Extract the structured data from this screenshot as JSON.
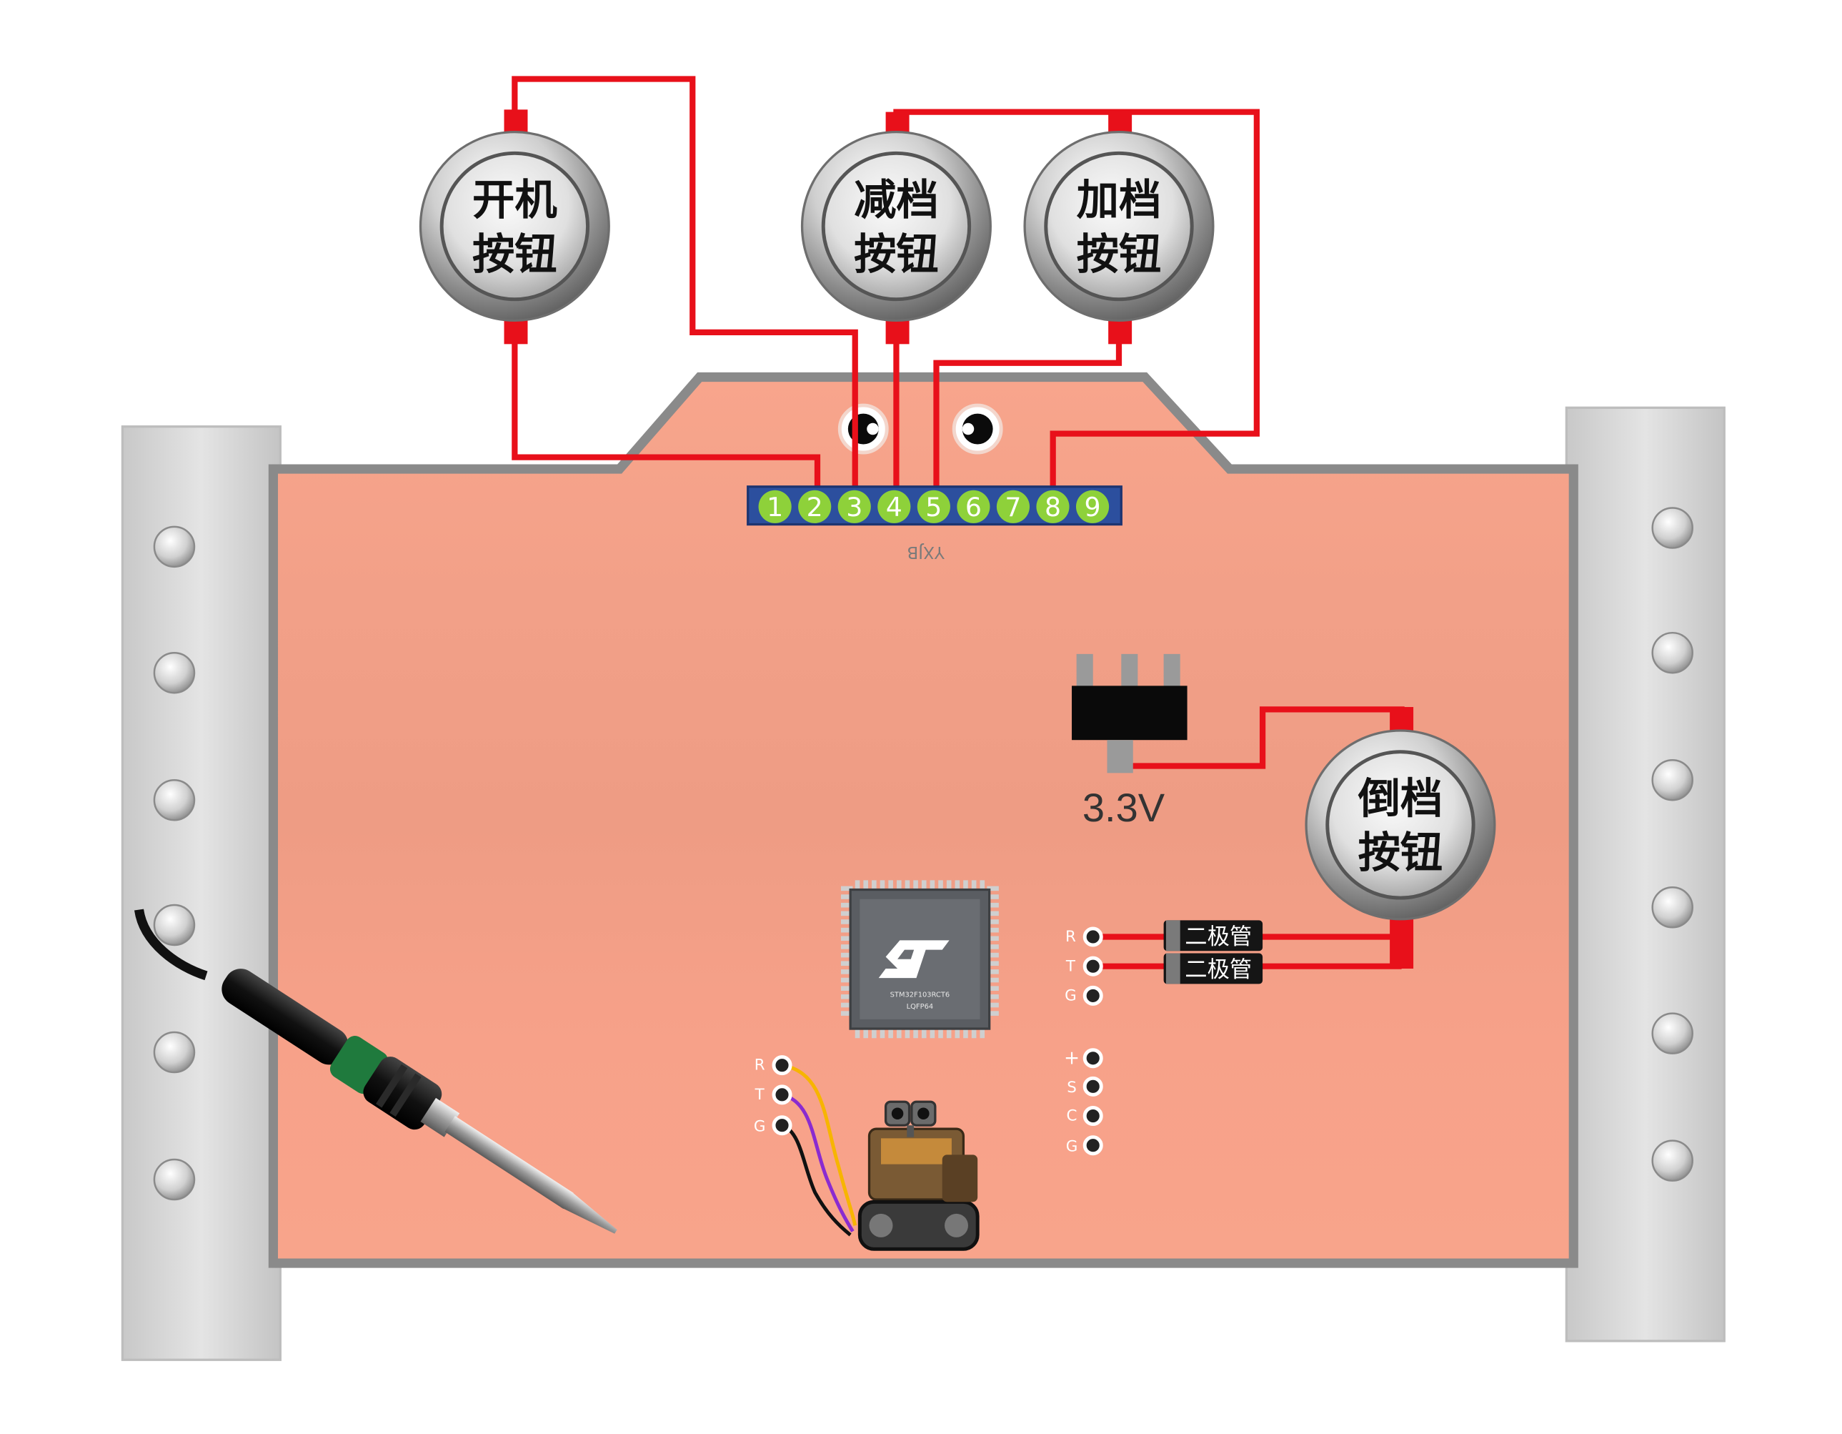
{
  "buttons": {
    "power": {
      "line1": "开机",
      "line2": "按钮"
    },
    "down": {
      "line1": "减档",
      "line2": "按钮"
    },
    "up": {
      "line1": "加档",
      "line2": "按钮"
    },
    "reverse": {
      "line1": "倒档",
      "line2": "按钮"
    }
  },
  "connector": {
    "pins": [
      "1",
      "2",
      "3",
      "4",
      "5",
      "6",
      "7",
      "8",
      "9"
    ],
    "label": "YXJB"
  },
  "regulator": {
    "label": "3.3V"
  },
  "diodes": [
    "二极管",
    "二极管"
  ],
  "header_rtg_right": [
    "R",
    "T",
    "G"
  ],
  "header_rtg_left": [
    "R",
    "T",
    "G"
  ],
  "header_servo": [
    "+",
    "S",
    "C",
    "G"
  ],
  "chip": {
    "line1": "STM32F103RCT6",
    "line2": "LQFP64"
  },
  "colors": {
    "board": "#f5a088",
    "board_outline": "#8a8a8a",
    "rail": "#d9d9d9",
    "wire": "#e8101a",
    "connector_blue": "#2c4f9e",
    "pin_green": "#8ed13a"
  }
}
